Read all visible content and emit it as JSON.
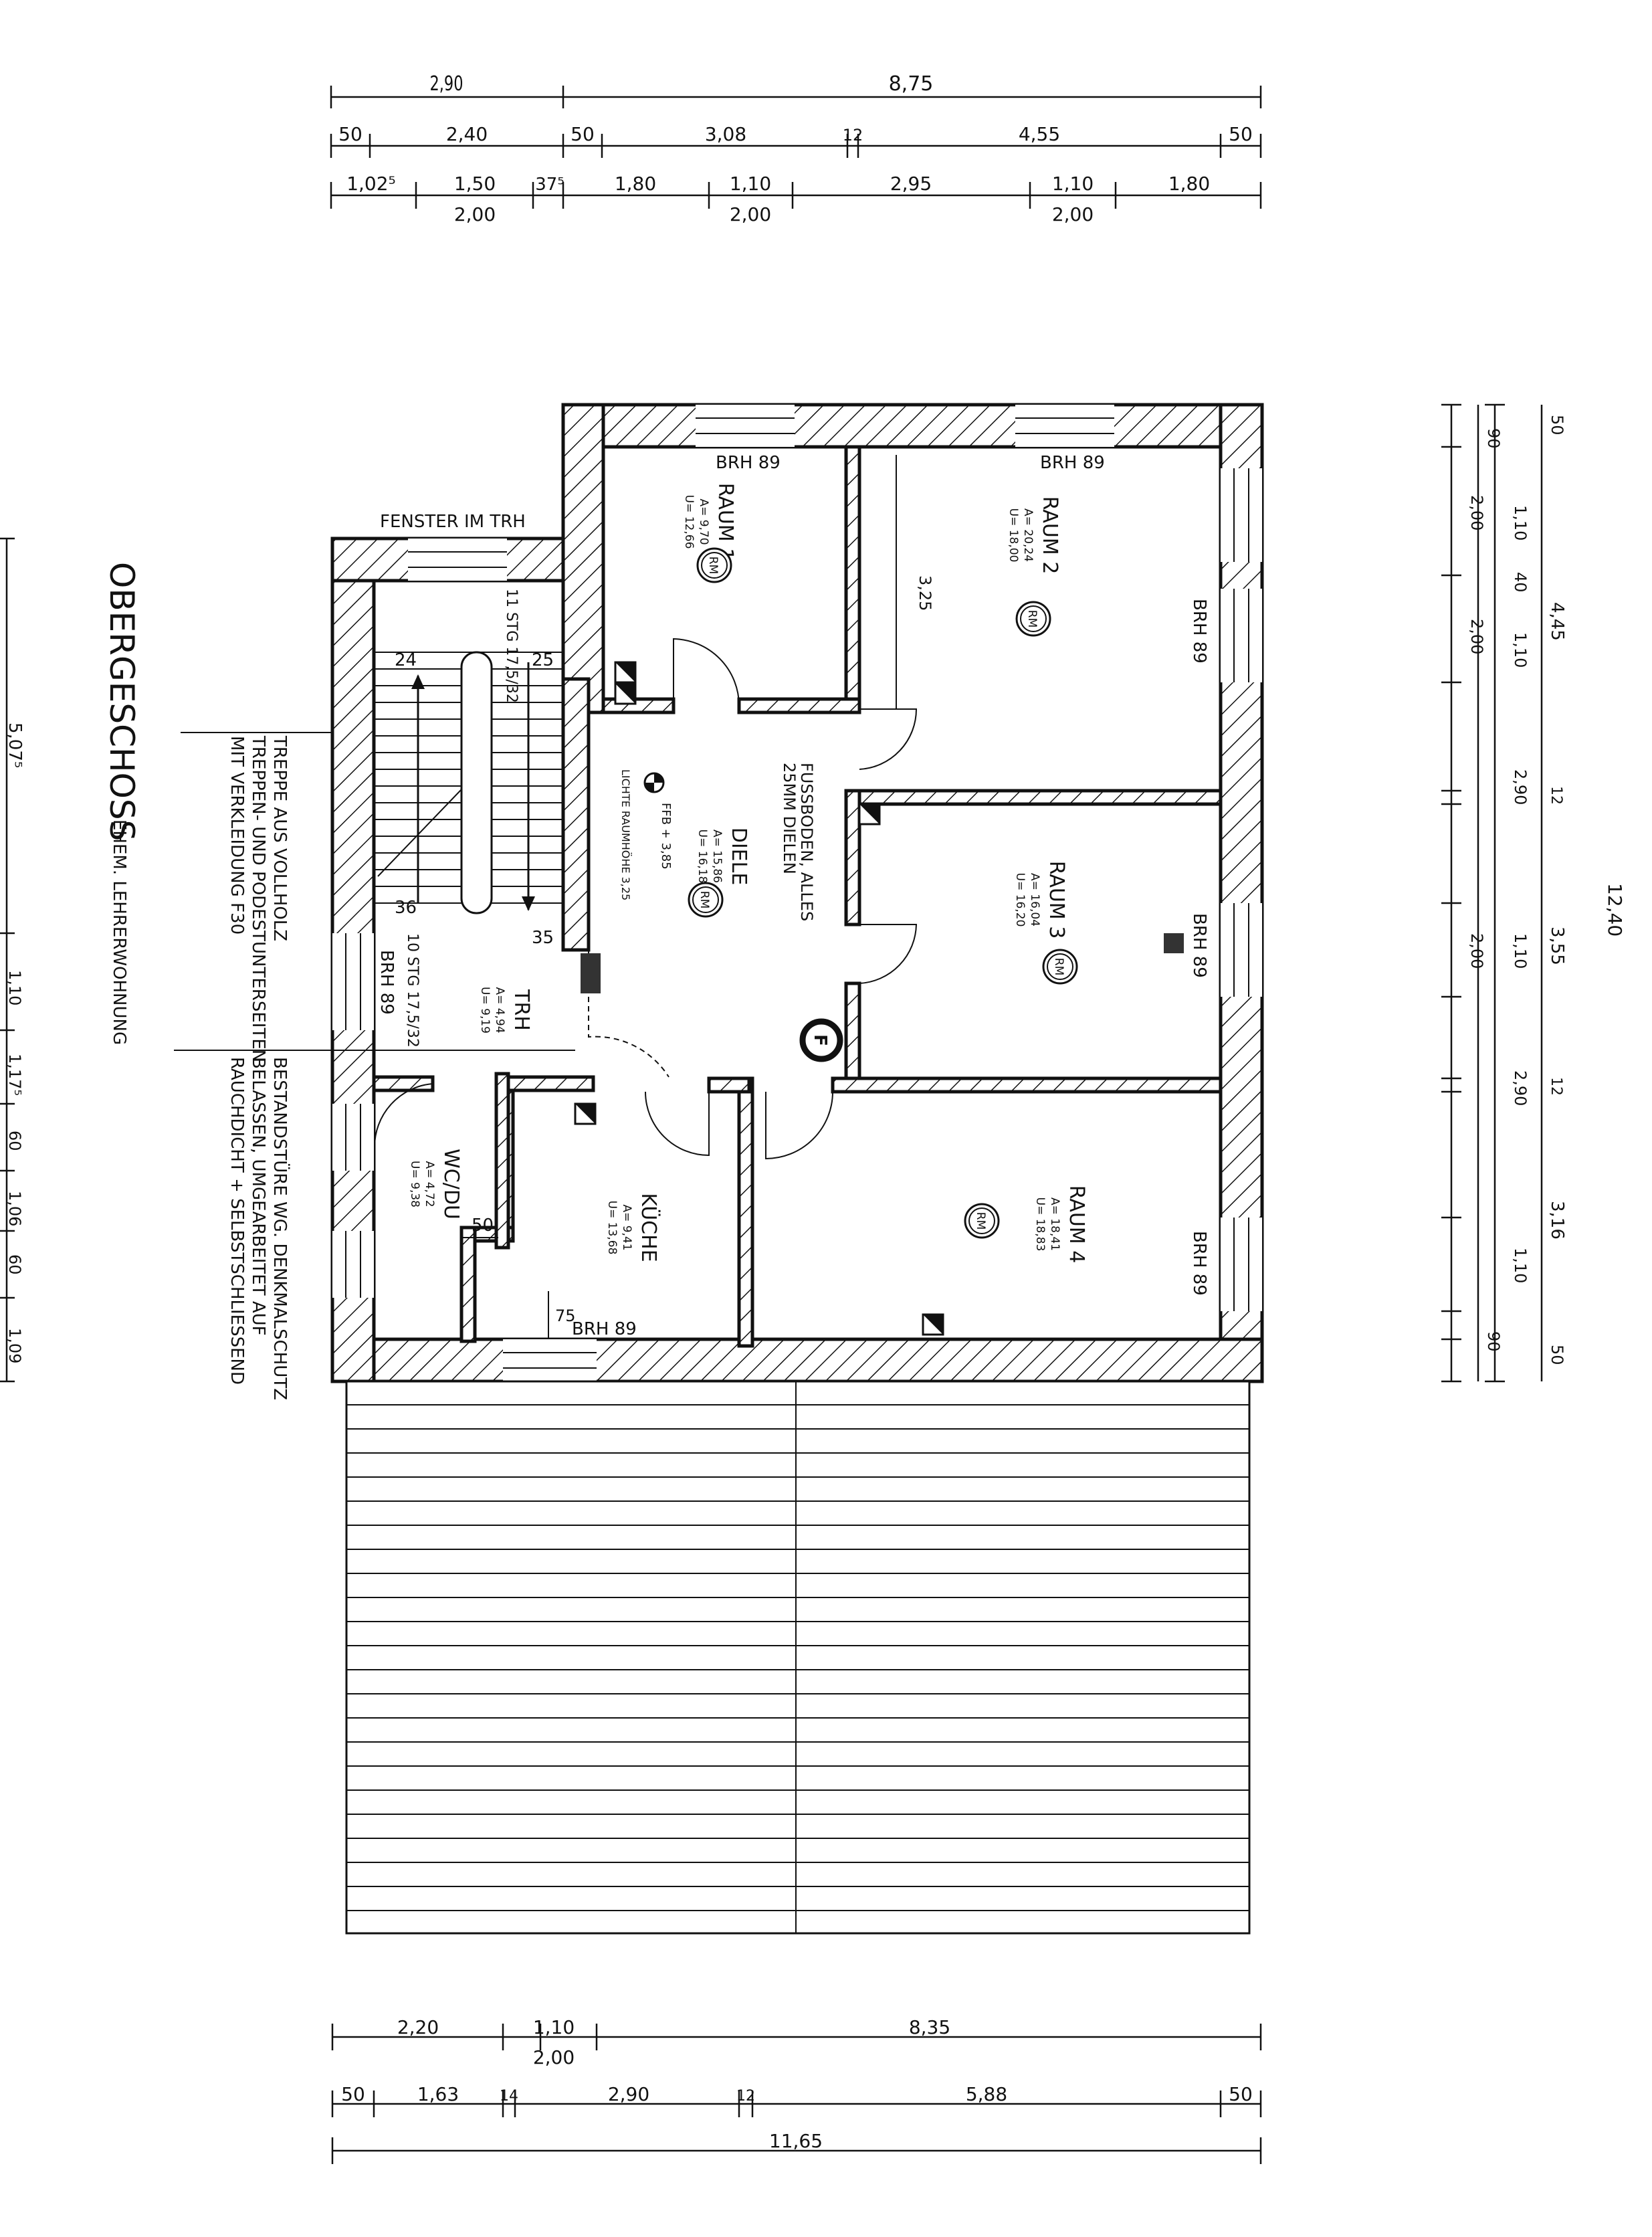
{
  "title": {
    "main": "OBERGESCHOSS",
    "sub": "EHEM. LEHRERWOHNUNG"
  },
  "notes": {
    "window_in_stairwell": "FENSTER IM TRH",
    "stair_note": [
      "TREPPE AUS VOLLHOLZ",
      "TREPPEN- UND PODESTUNTERSEITEN",
      "MIT VERKLEIDUNG F30"
    ],
    "door_note": [
      "BESTANDSTÜRE WG. DENKMALSCHUTZ",
      "BELASSEN, UMGEARBEITET AUF",
      "RAUCHDICHT + SELBSTSCHLIESSEND"
    ],
    "floor_note": [
      "FUSSBODEN, ALLES",
      "25MM DIELEN"
    ],
    "ffb": "FFB + 3,85",
    "clear_height": "LICHTE RAUMHÖHE 3,25",
    "upper_stair": "11 STG 17,5/32",
    "lower_stair": "10 STG 17,5/32",
    "pipe_symbol": "F",
    "room_tag": "RM"
  },
  "stair_numbers": [
    "24",
    "25",
    "36",
    "35"
  ],
  "rooms": [
    {
      "name": "RAUM 1",
      "area": "A= 9,70",
      "perimeter": "U= 12,66"
    },
    {
      "name": "RAUM 2",
      "area": "A= 20,24",
      "perimeter": "U= 18,00"
    },
    {
      "name": "RAUM 3",
      "area": "A= 16,04",
      "perimeter": "U= 16,20"
    },
    {
      "name": "RAUM 4",
      "area": "A= 18,41",
      "perimeter": "U= 18,83"
    },
    {
      "name": "DIELE",
      "area": "A= 15,86",
      "perimeter": "U= 16,18"
    },
    {
      "name": "TRH",
      "area": "A= 4,94",
      "perimeter": "U= 9,19"
    },
    {
      "name": "WC/DU",
      "area": "A= 4,72",
      "perimeter": "U= 9,38"
    },
    {
      "name": "KÜCHE",
      "area": "A= 9,41",
      "perimeter": "U= 13,68"
    }
  ],
  "sill_label": "BRH 89",
  "inner_dims": [
    "3,25",
    "50",
    "75"
  ],
  "dims_top": {
    "row1": [
      "2,90",
      "8,75"
    ],
    "row2": [
      "50",
      "2,40",
      "50",
      "3,08",
      "12",
      "4,55",
      "50"
    ],
    "row3": [
      "1,02⁵",
      "1,50",
      "37⁵",
      "1,80",
      "1,10",
      "2,95",
      "1,10",
      "1,80"
    ],
    "row4": [
      "2,00",
      "2,00",
      "2,00"
    ]
  },
  "dims_bottom": {
    "row1": [
      "2,20",
      "1,10",
      "8,35"
    ],
    "row1b": [
      "2,00"
    ],
    "row2": [
      "50",
      "1,63",
      "14",
      "2,90",
      "12",
      "5,88",
      "50"
    ],
    "row3": [
      "11,65"
    ]
  },
  "dims_right": {
    "openings": [
      "90",
      "2,00",
      "2,00",
      "2,00",
      "90"
    ],
    "piers": [
      "50",
      "1,10",
      "40",
      "1,10",
      "2,90",
      "12",
      "1,10",
      "2,90",
      "12",
      "1,10",
      "50"
    ],
    "spans": [
      "4,45",
      "3,55",
      "3,16"
    ],
    "total": "12,40"
  },
  "dims_left": [
    "5,07⁵",
    "1,10",
    "1,17⁵",
    "60",
    "1,06",
    "60",
    "1,09"
  ]
}
